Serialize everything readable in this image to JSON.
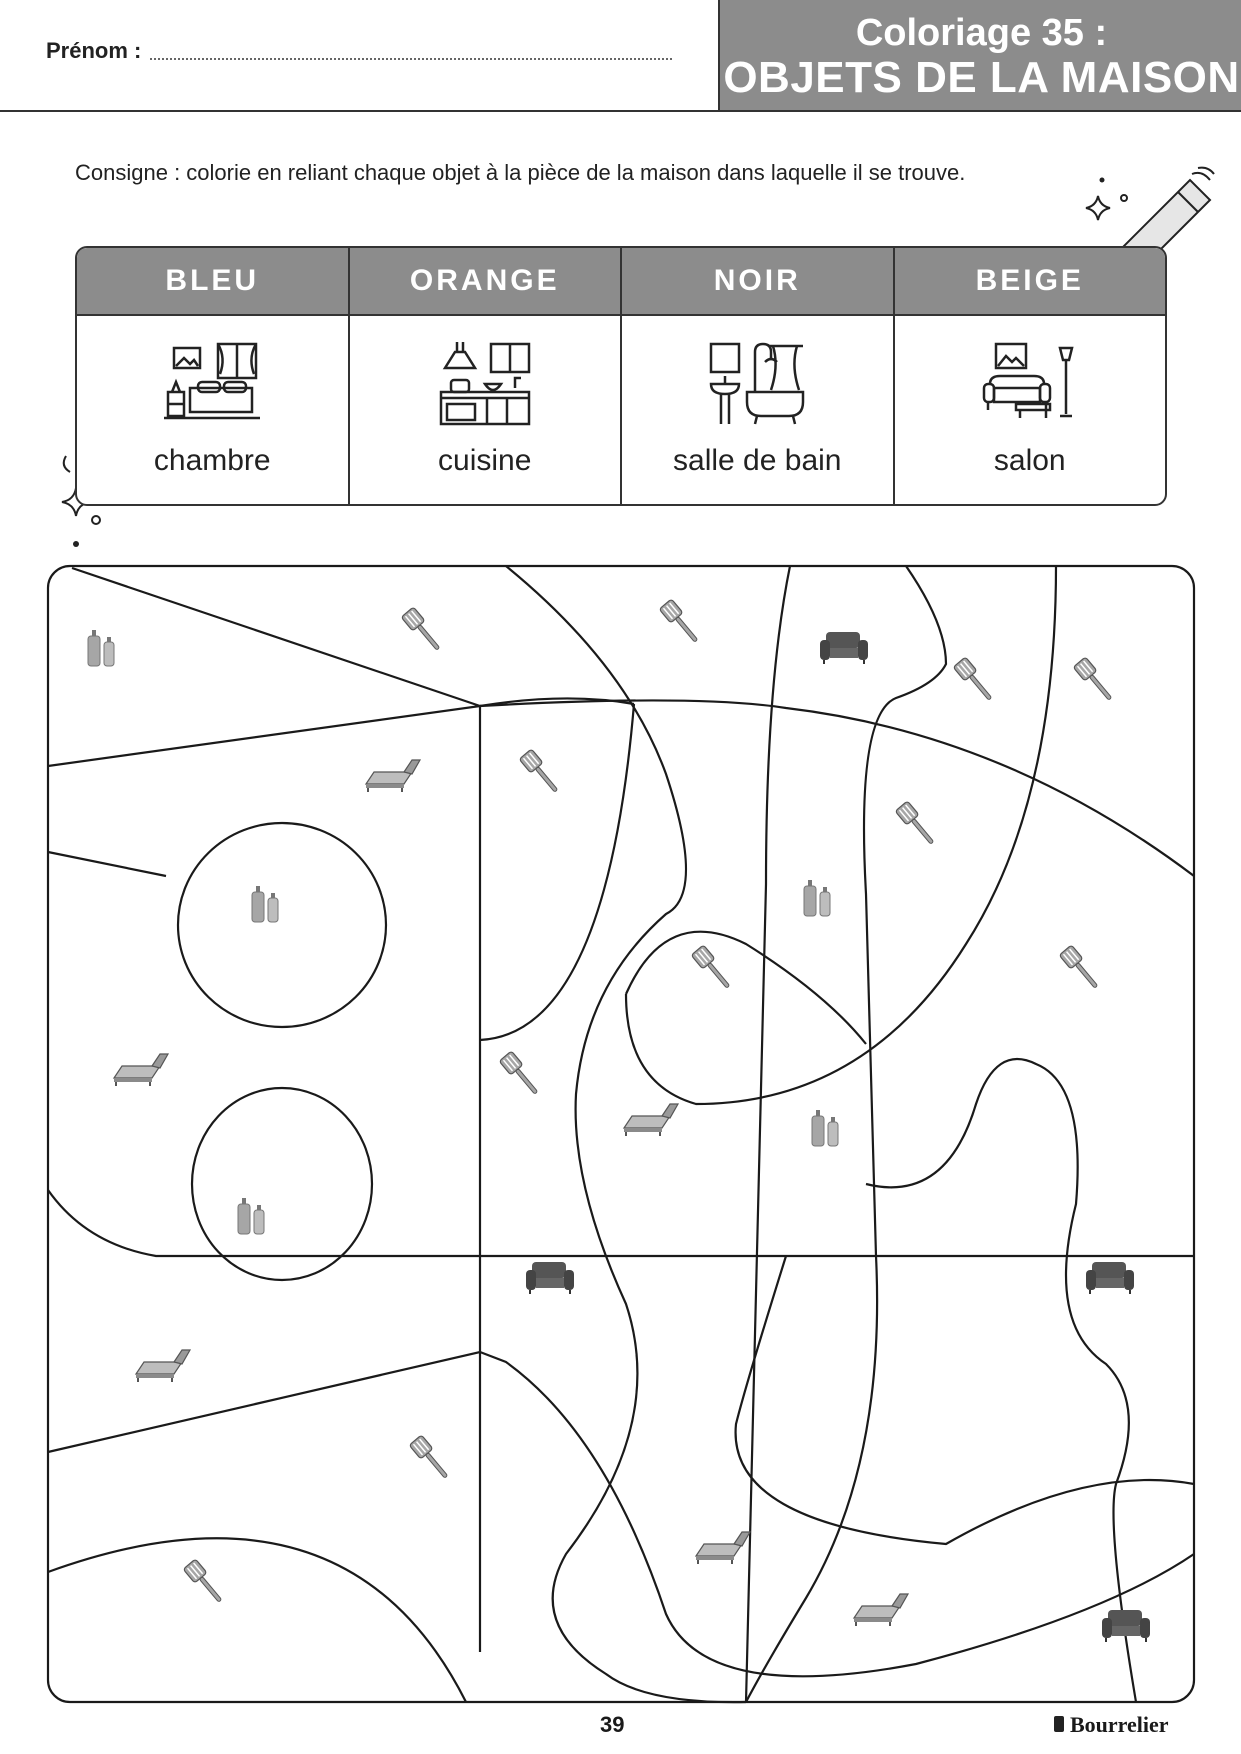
{
  "header": {
    "name_label": "Prénom :",
    "title_line1": "Coloriage 35 :",
    "title_line2": "OBJETS DE LA MAISON"
  },
  "consigne": "Consigne : colorie en reliant chaque objet à la pièce de la maison dans laquelle il se trouve.",
  "legend": [
    {
      "color": "BLEU",
      "room": "chambre",
      "icon": "bedroom-icon"
    },
    {
      "color": "ORANGE",
      "room": "cuisine",
      "icon": "kitchen-icon"
    },
    {
      "color": "NOIR",
      "room": "salle de bain",
      "icon": "bathroom-icon"
    },
    {
      "color": "BEIGE",
      "room": "salon",
      "icon": "living-room-icon"
    }
  ],
  "coloring_objects": {
    "spatula": "spatula-icon",
    "bed": "bed-icon",
    "bottles": "shampoo-bottles-icon",
    "armchair": "armchair-icon"
  },
  "footer": {
    "page_number": "39",
    "publisher": "Bourrelier"
  },
  "colors": {
    "header_gray": "#8c8c8c",
    "line": "#1a1a1a",
    "object_gray": "#a6a6a6",
    "armchair_gray": "#555555"
  }
}
